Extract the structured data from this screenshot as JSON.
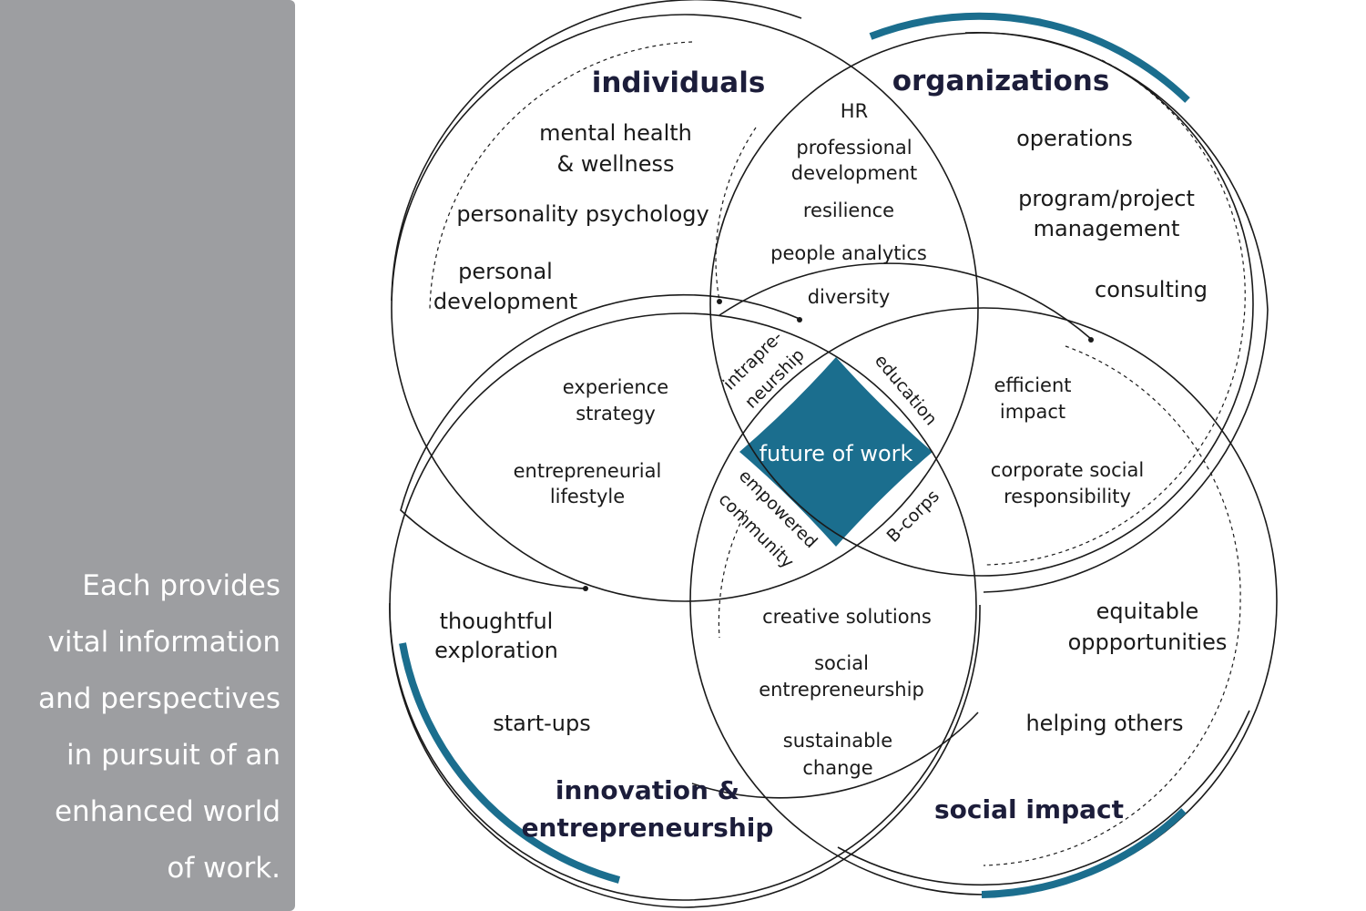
{
  "sidebar": {
    "lines": [
      "Each provides",
      "vital information",
      "and perspectives",
      "in pursuit of an",
      "enhanced world",
      "of work."
    ]
  },
  "colors": {
    "accent": "#1b6e8e",
    "panel": "#9d9ea1",
    "heading": "#1c1d3a"
  },
  "center": {
    "label": "future of work"
  },
  "circles": {
    "individuals": {
      "title": "individuals",
      "items": [
        "mental health",
        "& wellness",
        "personality psychology",
        "personal",
        "development"
      ]
    },
    "organizations": {
      "title": "organizations",
      "items": [
        "operations",
        "program/project",
        "management",
        "consulting"
      ]
    },
    "innovation": {
      "title_line1": "innovation &",
      "title_line2": "entrepreneurship",
      "items": [
        "thoughtful",
        "exploration",
        "start-ups"
      ]
    },
    "social": {
      "title": "social impact",
      "items": [
        "equitable",
        "oppportunities",
        "helping others"
      ]
    }
  },
  "overlaps": {
    "individuals_organizations": [
      "HR",
      "professional",
      "development",
      "resilience",
      "people analytics",
      "diversity"
    ],
    "individuals_innovation": [
      "experience",
      "strategy",
      "entrepreneurial",
      "lifestyle"
    ],
    "organizations_social": [
      "efficient",
      "impact",
      "corporate social",
      "responsibility"
    ],
    "innovation_social": [
      "creative solutions",
      "social",
      "entrepreneurship",
      "sustainable",
      "change"
    ],
    "triples": {
      "intrapreneurship": [
        "intrapre-",
        "neurship"
      ],
      "education": "education",
      "empowered_community": [
        "empowered",
        "community"
      ],
      "bcorps": "B-corps"
    }
  }
}
